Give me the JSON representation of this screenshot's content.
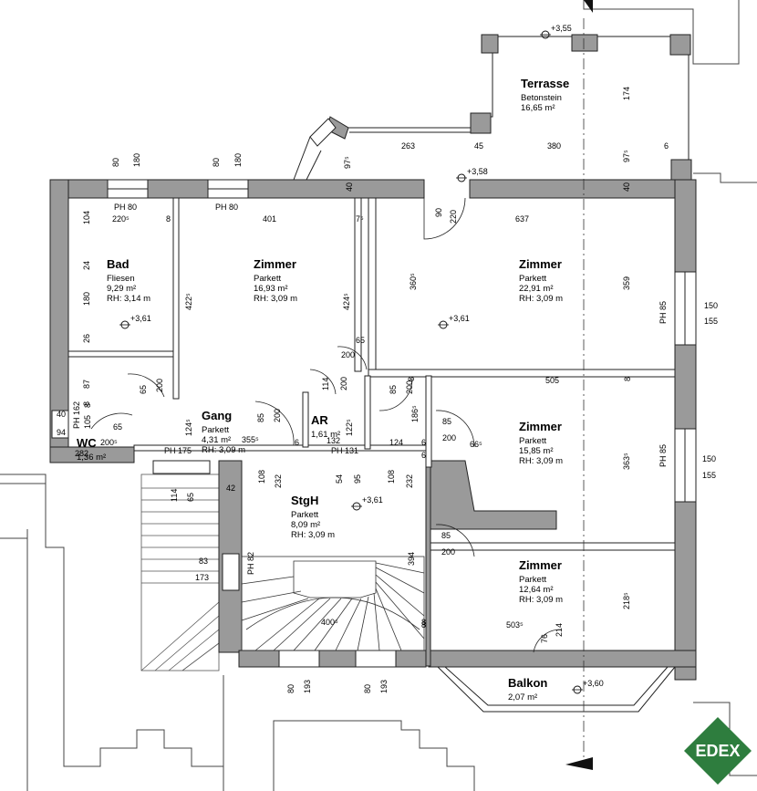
{
  "plan": {
    "rooms": [
      {
        "name": "Bad",
        "material": "Fliesen",
        "area": "9,29 m²",
        "height": "RH: 3,14 m"
      },
      {
        "name": "Zimmer",
        "material": "Parkett",
        "area": "16,93 m²",
        "height": "RH: 3,09 m"
      },
      {
        "name": "Zimmer",
        "material": "Parkett",
        "area": "22,91 m²",
        "height": "RH: 3,09 m"
      },
      {
        "name": "Terrasse",
        "material": "Betonstein",
        "area": "16,65 m²",
        "height": ""
      },
      {
        "name": "Gang",
        "material": "Parkett",
        "area": "4,31 m²",
        "height": "RH: 3,09 m"
      },
      {
        "name": "AR",
        "material": "",
        "area": "1,61 m²",
        "height": ""
      },
      {
        "name": "WC",
        "material": "",
        "area": "1,36 m²",
        "height": ""
      },
      {
        "name": "Zimmer",
        "material": "Parkett",
        "area": "15,85 m²",
        "height": "RH: 3,09 m"
      },
      {
        "name": "StgH",
        "material": "Parkett",
        "area": "8,09 m²",
        "height": "RH: 3,09 m"
      },
      {
        "name": "Zimmer",
        "material": "Parkett",
        "area": "12,64 m²",
        "height": "RH: 3,09 m"
      },
      {
        "name": "Balkon",
        "material": "",
        "area": "2,07 m²",
        "height": ""
      }
    ],
    "elevations": [
      "+3,55",
      "+3,58",
      "+3,61",
      "+3,61",
      "+3,61",
      "+3,60"
    ],
    "dimensions": [
      "80",
      "180",
      "80",
      "180",
      "263",
      "45",
      "380",
      "6",
      "97⁵",
      "97⁵",
      "174",
      "PH 80",
      "220⁵",
      "8",
      "PH 80",
      "401",
      "7⁵",
      "637",
      "40",
      "40",
      "90",
      "220",
      "104",
      "24",
      "180",
      "26",
      "87",
      "8",
      "422⁵",
      "424⁵",
      "360⁵",
      "359",
      "PH 85",
      "150",
      "155",
      "65",
      "200",
      "65",
      "200",
      "114",
      "200",
      "85",
      "200",
      "8",
      "505",
      "8",
      "85",
      "200",
      "186⁵",
      "66⁵",
      "PH 85",
      "150",
      "155",
      "363⁵",
      "40",
      "94",
      "PH 162",
      "105",
      "8",
      "65",
      "200⁵",
      "282",
      "124⁵",
      "85",
      "200",
      "355⁵",
      "6",
      "132",
      "122⁵",
      "124",
      "6",
      "6",
      "PH 175",
      "PH 131",
      "114",
      "65",
      "108",
      "232",
      "42",
      "54",
      "95",
      "108",
      "232",
      "85",
      "200",
      "394",
      "8",
      "83",
      "173",
      "PH 82",
      "400⁵",
      "8",
      "503⁵",
      "218⁵",
      "76",
      "214",
      "80",
      "193",
      "80",
      "193"
    ]
  },
  "logo": {
    "text": "EDEX",
    "color": "#2e7d3e"
  }
}
